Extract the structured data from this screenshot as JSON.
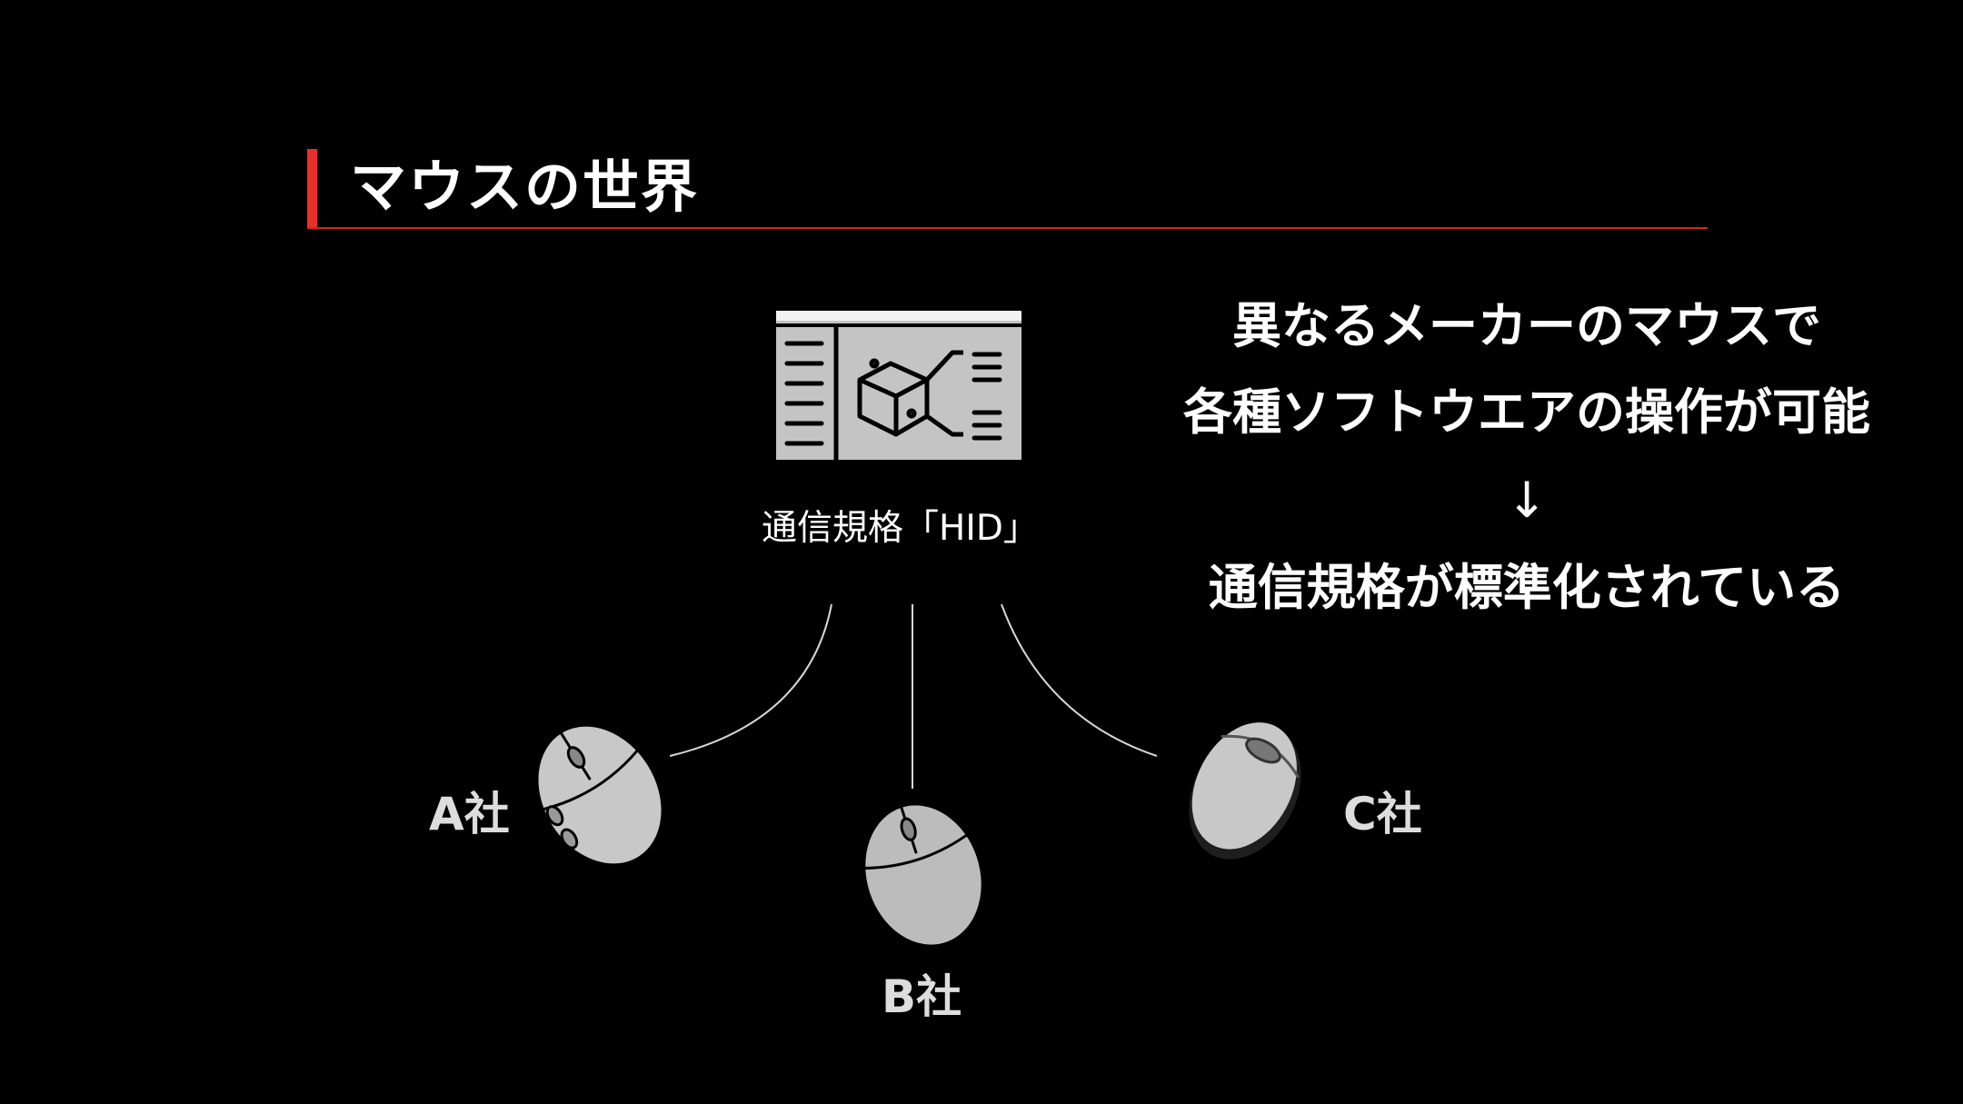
{
  "slide": {
    "title": "マウスの世界",
    "accent_color": "#e8302a"
  },
  "standard": {
    "label": "通信規格「HID」",
    "icon": "protocol-document-icon"
  },
  "message": {
    "line1": "異なるメーカーのマウスで",
    "line2": "各種ソフトウエアの操作が可能",
    "arrow": "↓",
    "line3": "通信規格が標準化されている"
  },
  "companies": [
    {
      "label": "A社",
      "icon": "mouse-icon"
    },
    {
      "label": "B社",
      "icon": "mouse-icon"
    },
    {
      "label": "C社",
      "icon": "mouse-icon"
    }
  ]
}
